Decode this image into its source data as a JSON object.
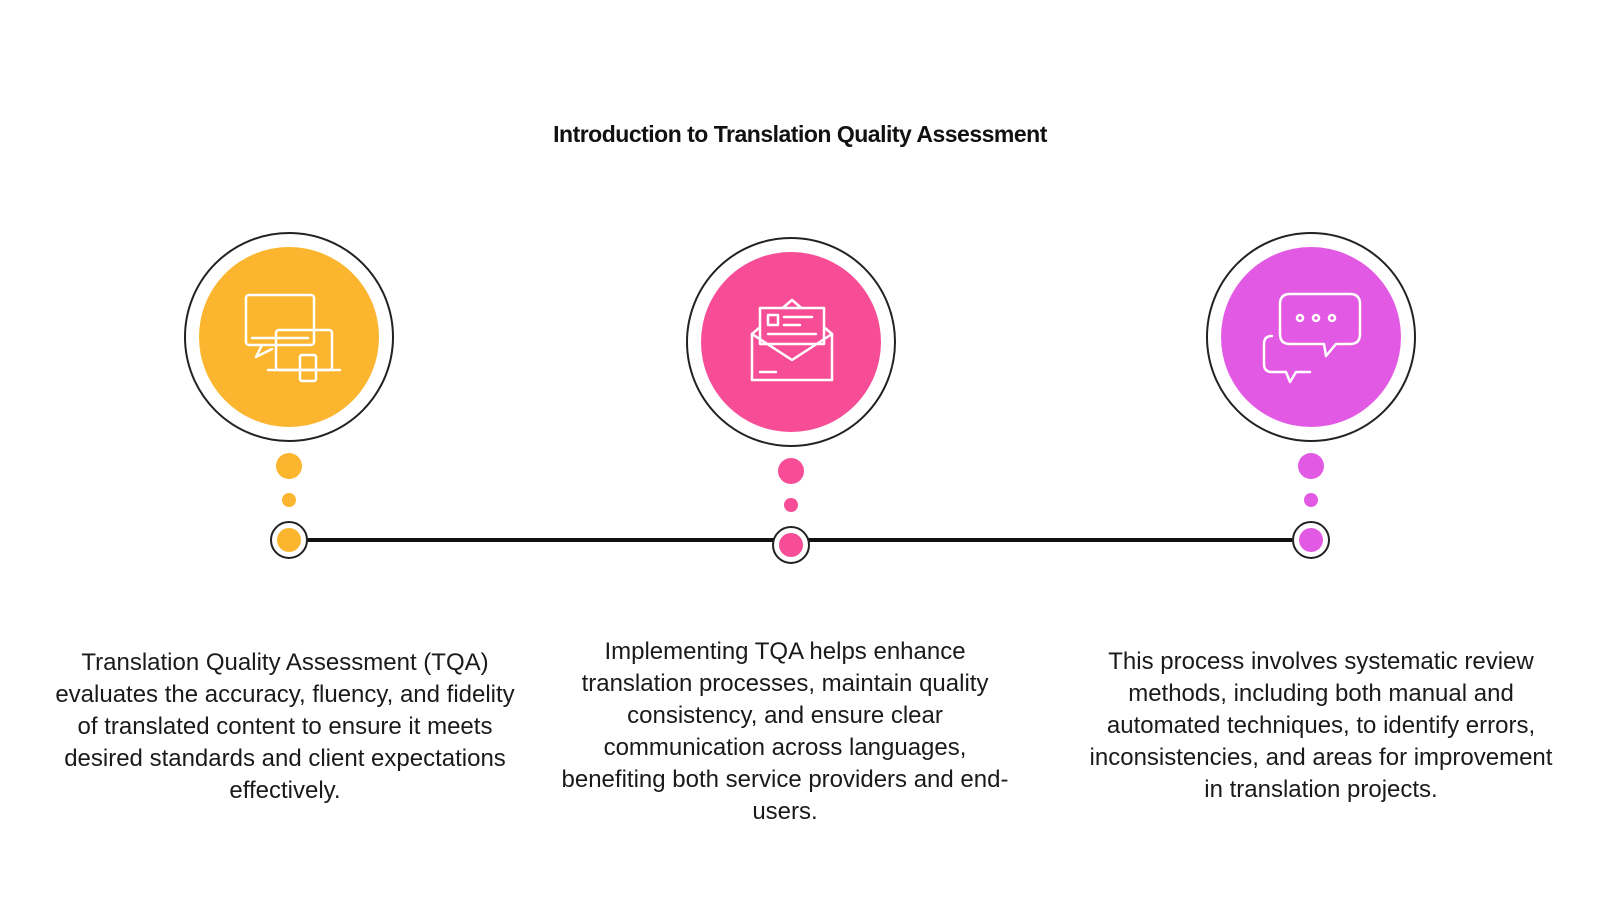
{
  "title": "Introduction to Translation Quality Assessment",
  "steps": [
    {
      "icon": "devices-icon",
      "color": "#FBB52F",
      "text": "Translation Quality Assessment (TQA) evaluates the accuracy, fluency, and fidelity of translated content to ensure it meets desired standards and client expectations effectively."
    },
    {
      "icon": "envelope-icon",
      "color": "#F74C96",
      "text": "Implementing TQA helps enhance translation processes, maintain quality consistency, and ensure clear communication across languages, benefiting both service providers and end-users."
    },
    {
      "icon": "chat-bubbles-icon",
      "color": "#E25AE3",
      "text": "This process involves systematic review methods, including both manual and automated techniques, to identify errors, inconsistencies, and areas for improvement in translation projects."
    }
  ],
  "colors": {
    "line": "#111111",
    "ring": "#222222"
  }
}
